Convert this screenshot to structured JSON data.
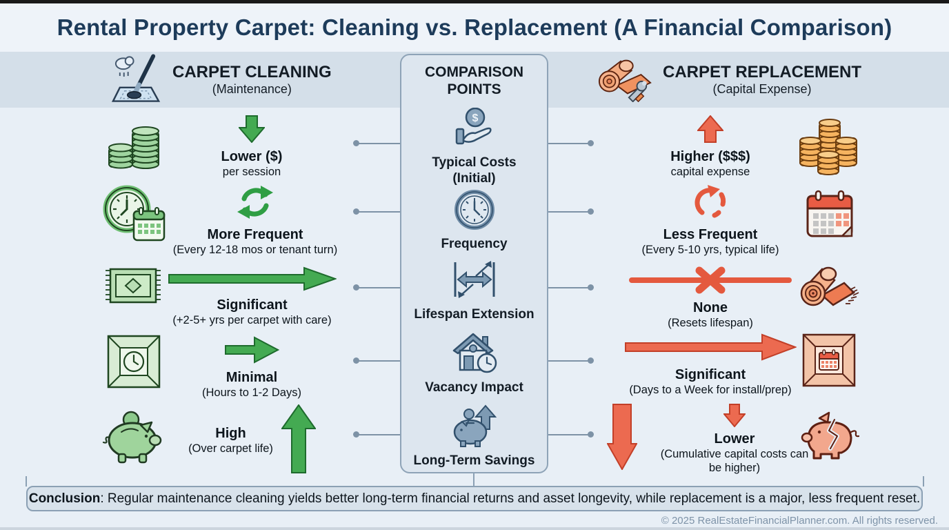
{
  "title": "Rental Property Carpet: Cleaning vs. Replacement (A Financial Comparison)",
  "header": {
    "left": {
      "title": "CARPET CLEANING",
      "subtitle": "(Maintenance)"
    },
    "center": {
      "title": "COMPARISON POINTS"
    },
    "right": {
      "title": "CARPET REPLACEMENT",
      "subtitle": "(Capital Expense)"
    }
  },
  "rows": [
    {
      "point": "Typical Costs\n(Initial)",
      "left": {
        "label": "Lower ($)",
        "sub": "per session"
      },
      "right": {
        "label": "Higher ($$$)",
        "sub": "capital expense"
      }
    },
    {
      "point": "Frequency",
      "left": {
        "label": "More Frequent",
        "sub": "(Every 12-18 mos or tenant turn)"
      },
      "right": {
        "label": "Less Frequent",
        "sub": "(Every 5-10 yrs, typical life)"
      }
    },
    {
      "point": "Lifespan Extension",
      "left": {
        "label": "Significant",
        "sub": "(+2-5+ yrs per carpet with care)"
      },
      "right": {
        "label": "None",
        "sub": "(Resets lifespan)"
      }
    },
    {
      "point": "Vacancy Impact",
      "left": {
        "label": "Minimal",
        "sub": "(Hours to 1-2 Days)"
      },
      "right": {
        "label": "Significant",
        "sub": "(Days to a Week for install/prep)"
      }
    },
    {
      "point": "Long-Term Savings",
      "left": {
        "label": "High",
        "sub": "(Over carpet life)"
      },
      "right": {
        "label": "Lower",
        "sub": "(Cumulative capital costs can be higher)"
      }
    }
  ],
  "conclusion": {
    "label": "Conclusion",
    "rest": ": Regular maintenance cleaning yields better long-term financial returns and asset longevity, while replacement is a major, less frequent reset."
  },
  "footer": "© 2025 RealEstateFinancialPlanner.com. All rights reserved.",
  "colors": {
    "green": "#44aa52",
    "red": "#ec6a50",
    "navy": "#1d3b5a",
    "slate": "#54728e"
  }
}
